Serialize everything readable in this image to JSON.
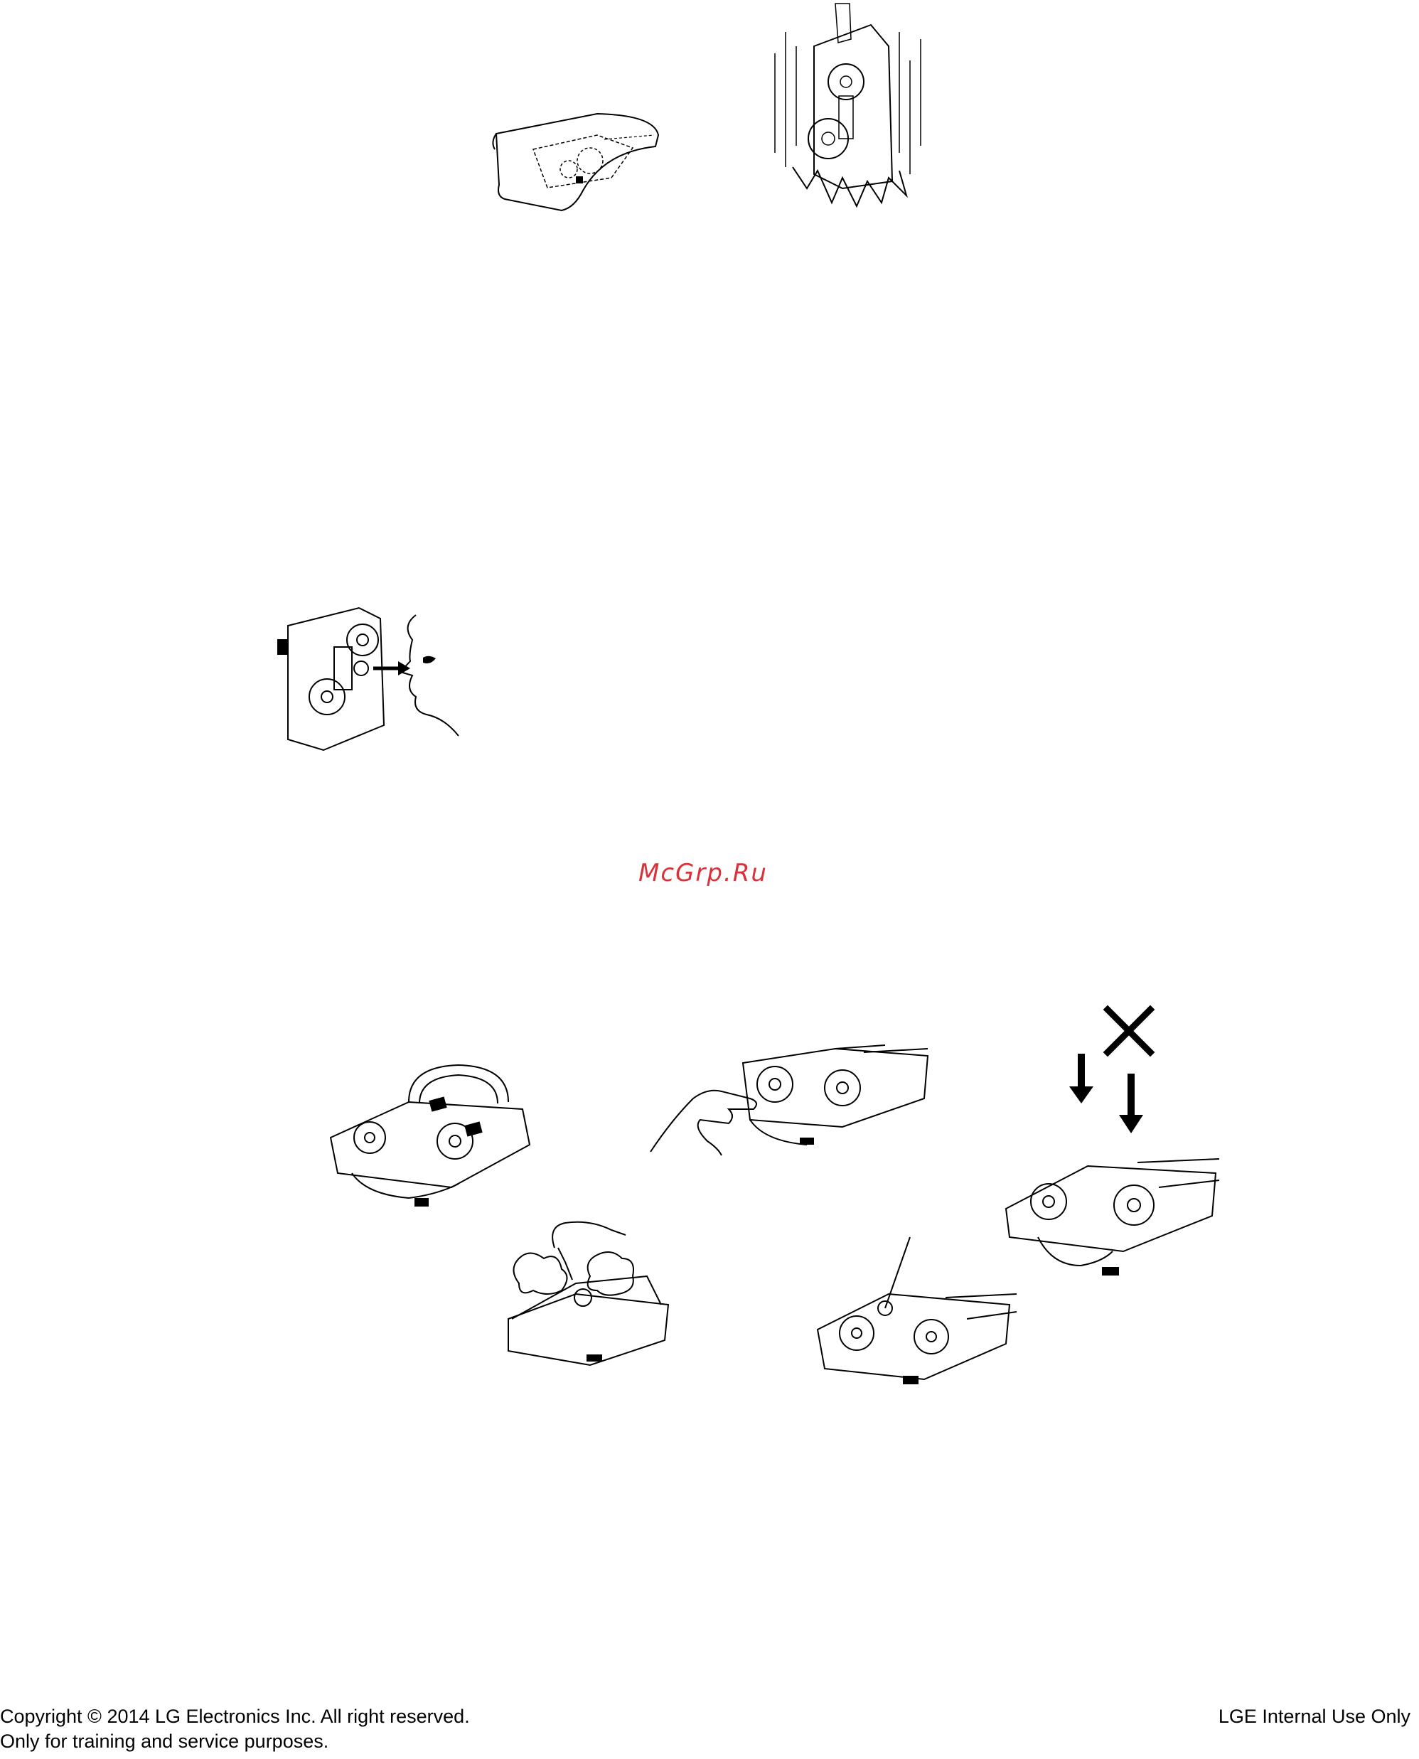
{
  "watermark": "McGrp.Ru",
  "footer": {
    "copyright": "Copyright © 2014 LG Electronics Inc. All right reserved.",
    "purpose": "Only for training and service purposes.",
    "internal": "LGE Internal Use Only"
  },
  "icons": {
    "wrapped": "pickup-in-bag-icon",
    "dropped": "pickup-dropped-icon",
    "eye": "laser-eye-warning-icon",
    "shorting": "pickup-shorting-clip-icon",
    "handling": "hand-on-pickup-icon",
    "pressure": "no-pressure-cross-icon",
    "solder": "soldering-heat-icon",
    "pointer": "solder-point-icon"
  }
}
